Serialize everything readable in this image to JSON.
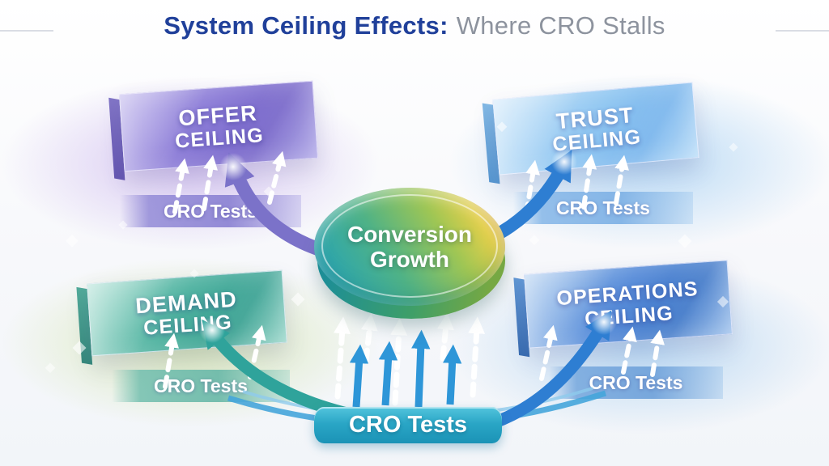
{
  "header": {
    "title_primary": "System Ceiling Effects:",
    "title_secondary": "Where CRO Stalls"
  },
  "center_node": {
    "label_line1": "Conversion",
    "label_line2": "Growth"
  },
  "panels": [
    {
      "key": "offer",
      "title_line1": "OFFER",
      "title_line2": "CEILING",
      "cro_label": "CRO Tests"
    },
    {
      "key": "trust",
      "title_line1": "TRUST",
      "title_line2": "CEILING",
      "cro_label": "CRO Tests"
    },
    {
      "key": "demand",
      "title_line1": "DEMAND",
      "title_line2": "CEILING",
      "cro_label": "CRO Tests"
    },
    {
      "key": "operations",
      "title_line1": "OPERATIONS",
      "title_line2": "CEILING",
      "cro_label": "CRO Tests"
    }
  ],
  "banner": {
    "label": "CRO Tests"
  },
  "colors": {
    "title_primary": "#20409a",
    "title_secondary": "#8d939e",
    "offer_panel": "#8577d4",
    "trust_panel": "#8dc5f1",
    "demand_panel": "#49b09e",
    "operations_panel": "#5389d8",
    "ribbon_offer": "#8b82d3",
    "ribbon_trust": "#7eb1e5",
    "ribbon_demand": "#6bb9a9",
    "ribbon_operations": "#70a2da",
    "banner_fill": "#2aa6c6",
    "disc_teal": "#2aa5b2",
    "disc_green": "#4fb286",
    "disc_yellow": "#e4cf4a",
    "disc_orange": "#f0a64e",
    "arrow_purple": "#7b72c9",
    "arrow_blue": "#2e7ed2",
    "arrow_teal": "#2fa39b",
    "arrow_sky": "#2e96d8",
    "bg_quadrant_tl": "#ccb7ee",
    "bg_quadrant_tr": "#9eccf2",
    "bg_quadrant_bl": "#cde2a0",
    "bg_quadrant_br": "#a4cdf0"
  }
}
